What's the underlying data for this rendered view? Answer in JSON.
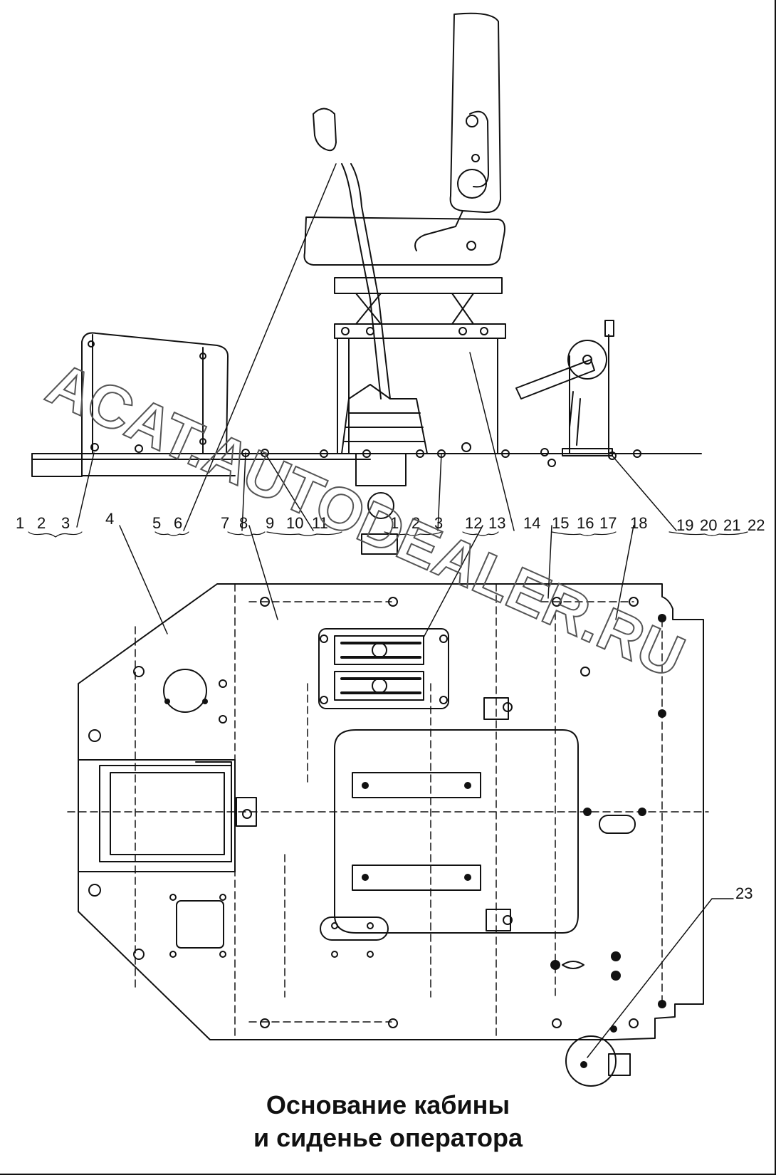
{
  "caption": {
    "line1": "Основание кабины",
    "line2": "и сиденье оператора"
  },
  "watermark": "ACAT.AUTODEALER.RU",
  "callouts": {
    "groupA": [
      "1",
      "2",
      "3"
    ],
    "item4": "4",
    "groupB": [
      "5",
      "6"
    ],
    "groupC": [
      "7",
      "8"
    ],
    "groupD": [
      "9",
      "10",
      "11"
    ],
    "groupE": [
      "1",
      "2",
      "3"
    ],
    "groupF": [
      "12",
      "13"
    ],
    "item14": "14",
    "groupG": [
      "15",
      "16",
      "17"
    ],
    "item18": "18",
    "groupH": [
      "19",
      "20",
      "21",
      "22"
    ],
    "item23": "23"
  },
  "colors": {
    "line": "#111111",
    "watermark": "#555555"
  }
}
